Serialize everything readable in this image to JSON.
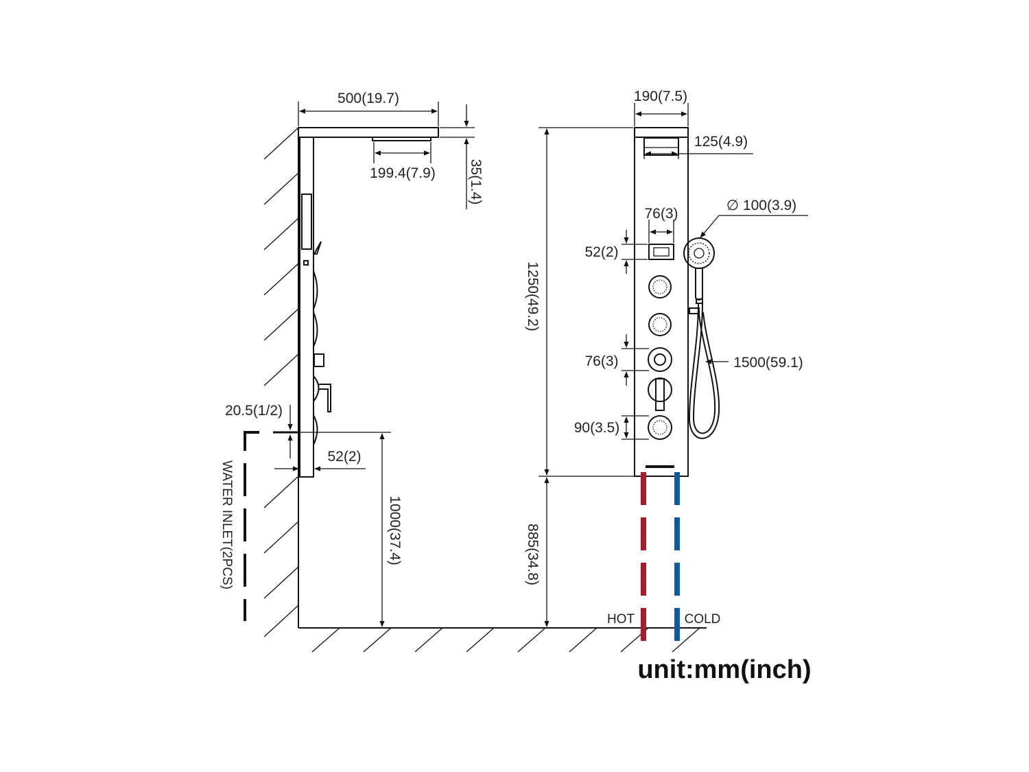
{
  "side_view": {
    "top_width": "500(19.7)",
    "head_width": "199.4(7.9)",
    "head_thickness": "35(1.4)",
    "panel_height_from_floor": "1000(37.4)",
    "panel_depth": "52(2)",
    "inlet_offset": "20.5(1/2)",
    "water_inlet_label": "WATER INLET(2PCS)"
  },
  "front_view": {
    "panel_width": "190(7.5)",
    "rain_head_width": "125(4.9)",
    "handshower_diameter": "∅ 100(3.9)",
    "display_width": "76(3)",
    "display_height": "52(2)",
    "knob_spacing": "76(3)",
    "jet_spacing": "90(3.5)",
    "hose_length": "1500(59.1)",
    "panel_height": "1250(49.2)",
    "mount_height": "885(34.8)",
    "hot_label": "HOT",
    "cold_label": "COLD",
    "hot_color": "#a61c2c",
    "cold_color": "#0b5aa6"
  },
  "unit_note": "unit:mm(inch)"
}
